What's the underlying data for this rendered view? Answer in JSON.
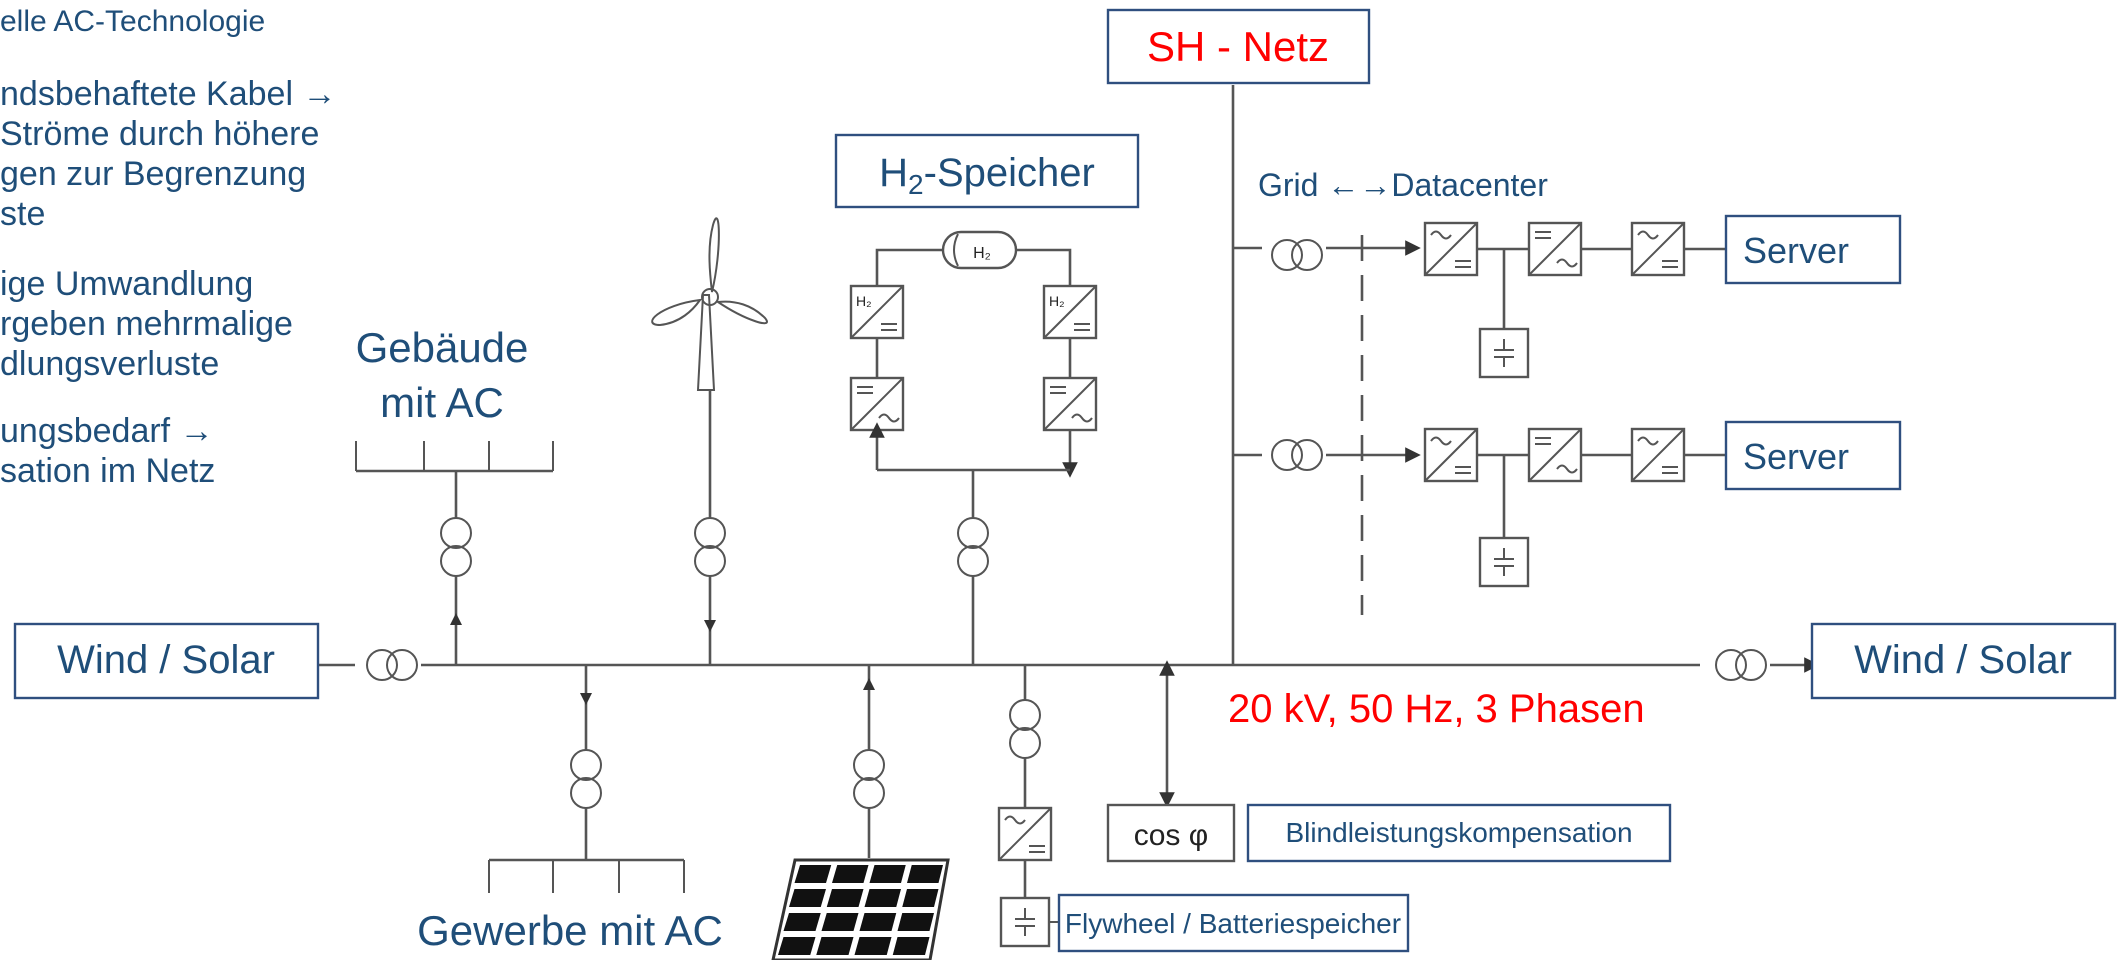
{
  "colors": {
    "text_blue": "#1f4e79",
    "text_red": "#ff0000",
    "line": "#555555"
  },
  "left_text": {
    "heading": "elle AC-Technologie",
    "lines": [
      "ndsbehaftete Kabel →",
      "Ströme durch höhere",
      "gen zur Begrenzung",
      "ste",
      "ige Umwandlung",
      "rgeben mehrmalige",
      "dlungsverluste",
      "ungsbedarf  →",
      "sation im Netz"
    ]
  },
  "labels": {
    "sh_netz": "SH - Netz",
    "h2_prefix": "H",
    "h2_sub": "2",
    "h2_suffix": "-Speicher",
    "grid_datacenter": "Grid ←→Datacenter",
    "server_1": "Server",
    "server_2": "Server",
    "gebaeude_line1": "Gebäude",
    "gebaeude_line2": "mit AC",
    "wind_solar_left": "Wind / Solar",
    "wind_solar_right": "Wind / Solar",
    "grid_spec": "20 kV, 50 Hz, 3 Phasen",
    "cos_phi": "cos φ",
    "blindleistung": "Blindleistungskompensation",
    "flywheel": "Flywheel / Batteriespeicher",
    "gewerbe": "Gewerbe mit AC",
    "h2_tank": "H₂",
    "h2_conv": "H₂"
  },
  "icons": [
    "transformer-icon",
    "wind-turbine-icon",
    "solar-panel-icon",
    "h2-tank-icon",
    "ac-dc-converter-icon",
    "dc-ac-converter-icon",
    "battery-icon",
    "arrow-icon"
  ]
}
